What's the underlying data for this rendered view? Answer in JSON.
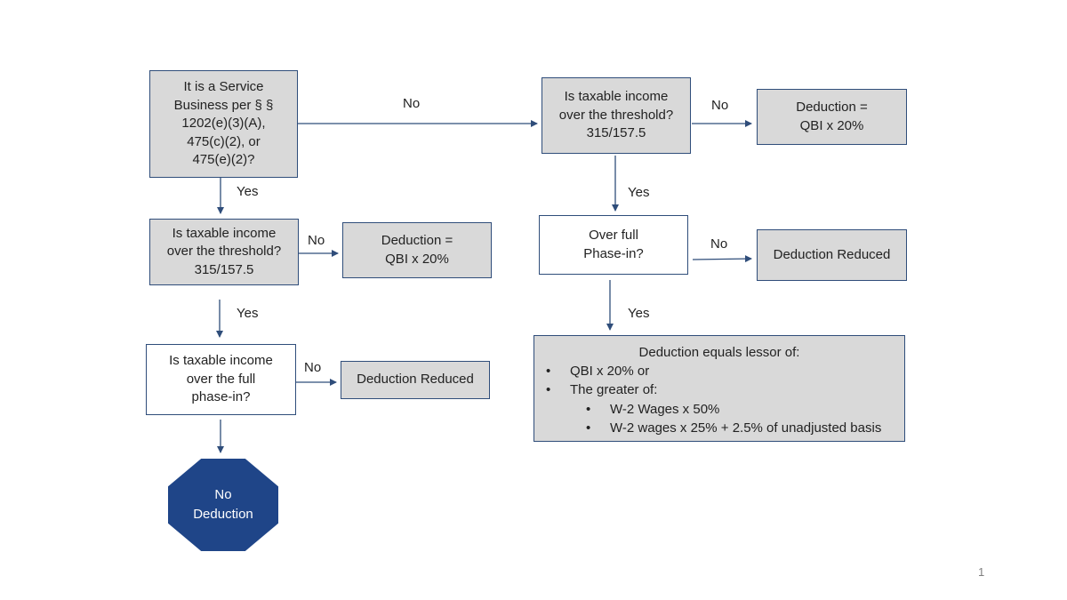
{
  "nodes": {
    "service_business": {
      "lines": [
        "It is a Service",
        "Business per  § §",
        "1202(e)(3)(A),",
        "475(c)(2), or",
        "475(e)(2)?"
      ]
    },
    "left_threshold": {
      "lines": [
        "Is taxable income",
        "over the threshold?",
        "315/157.5"
      ]
    },
    "left_deduction": {
      "lines": [
        "Deduction =",
        "QBI x 20%"
      ]
    },
    "left_phasein": {
      "lines": [
        "Is taxable income",
        "over the full",
        "phase-in?"
      ]
    },
    "left_reduced": {
      "lines": [
        "Deduction Reduced"
      ]
    },
    "no_deduction": {
      "lines": [
        "No",
        "Deduction"
      ]
    },
    "right_threshold": {
      "lines": [
        "Is taxable income",
        "over the threshold?",
        "315/157.5"
      ]
    },
    "right_deduction": {
      "lines": [
        "Deduction =",
        "QBI x 20%"
      ]
    },
    "right_phasein": {
      "lines": [
        "Over full",
        "Phase-in?"
      ]
    },
    "right_reduced": {
      "lines": [
        "Deduction Reduced"
      ]
    },
    "result": {
      "title": "Deduction equals lessor of:",
      "items": [
        "QBI x 20% or",
        "The greater of:"
      ],
      "subitems": [
        "W-2 Wages x 50%",
        "W-2 wages x 25% + 2.5% of unadjusted basis"
      ],
      "bullet": "•"
    }
  },
  "labels": {
    "no_top": "No",
    "yes_1": "Yes",
    "no_left_1": "No",
    "yes_2": "Yes",
    "no_left_2": "No",
    "no_right_1": "No",
    "yes_right_1": "Yes",
    "no_right_2": "No",
    "yes_right_2": "Yes"
  },
  "page_number": "1",
  "colors": {
    "box_fill": "#d9d9d9",
    "border": "#2f4d7a",
    "arrow": "#2f4d7a",
    "stop_fill": "#1f4588"
  }
}
